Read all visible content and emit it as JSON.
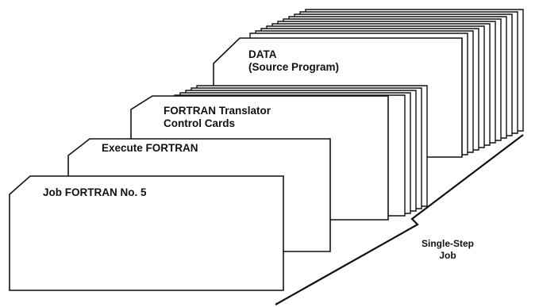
{
  "cards": {
    "job": {
      "line1": "Job FORTRAN No. 5"
    },
    "execute": {
      "line1": "Execute FORTRAN"
    },
    "translator": {
      "line1": "FORTRAN Translator",
      "line2": "Control Cards"
    },
    "data": {
      "line1": "DATA",
      "line2": "(Source Program)"
    }
  },
  "bracket_label": {
    "line1": "Single-Step",
    "line2": "Job"
  },
  "colors": {
    "ink": "#111111",
    "card_fill": "#ffffff"
  }
}
